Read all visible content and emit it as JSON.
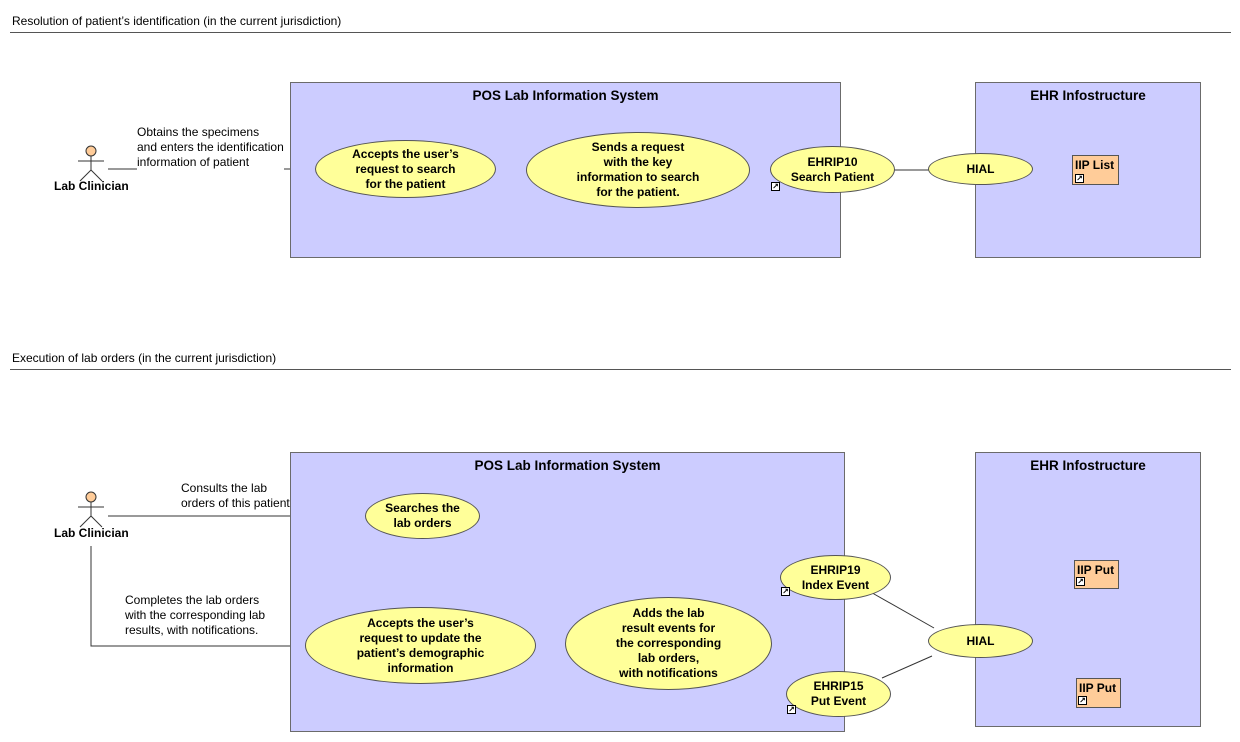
{
  "sections": [
    {
      "title": "Resolution of patient’s identification (in the current jurisdiction)",
      "actor": "Lab Clinician",
      "lis_title": "POS Lab Information System",
      "ehr_title": "EHR Infostructure",
      "note": "Obtains the specimens\nand enters the identification\ninformation of patient",
      "use_cases": {
        "accept": "Accepts the user’s\nrequest to search\nfor the patient",
        "send": "Sends a request\nwith the key\ninformation  to search\nfor the patient.",
        "ehrip10": "EHRIP10\nSearch Patient",
        "hial": "HIAL"
      },
      "iip": "IIP List"
    },
    {
      "title": "Execution of lab orders (in the current jurisdiction)",
      "actor": "Lab Clinician",
      "lis_title": "POS Lab Information System",
      "ehr_title": "EHR Infostructure",
      "note_consult": "Consults the lab\norders of this patient",
      "note_complete": "Completes the lab orders\nwith the corresponding lab\nresults, with notifications.",
      "use_cases": {
        "search_orders": "Searches the\nlab orders",
        "accept_update": "Accepts the user’s\nrequest to update the\npatient’s demographic\ninformation",
        "add_results": "Adds the lab\nresult events for\nthe corresponding\nlab orders,\nwith notifications",
        "ehrip19": "EHRIP19\nIndex Event",
        "ehrip15": "EHRIP15\nPut Event",
        "hial": "HIAL"
      },
      "iip_put_1": "IIP Put",
      "iip_put_2": "IIP Put"
    }
  ],
  "colors": {
    "system_box": "#ccccff",
    "use_case": "#ffff99",
    "interface": "#ffcc99",
    "actor_head": "#ffcc99"
  }
}
